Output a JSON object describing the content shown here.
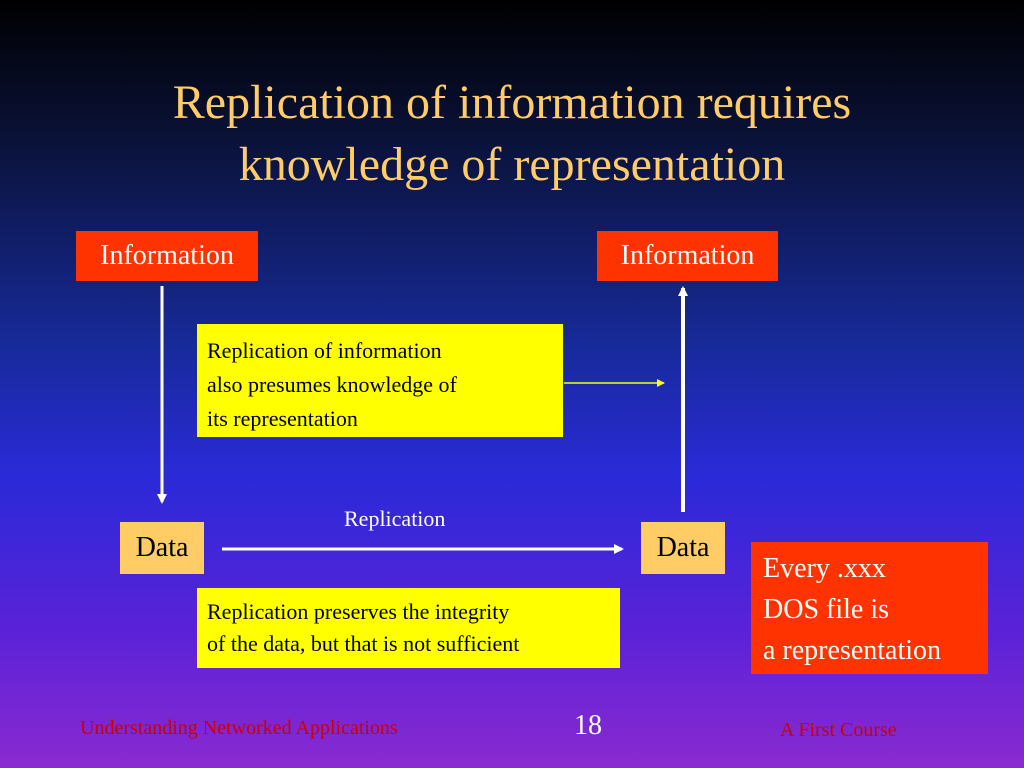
{
  "slide": {
    "title_line1": "Replication of information requires",
    "title_line2": "knowledge of representation"
  },
  "diagram": {
    "info_left": "Information",
    "info_right": "Information",
    "data_left": "Data",
    "data_right": "Data",
    "replication_label": "Replication",
    "note_top": {
      "line1": "Replication of information",
      "line2": "also presumes knowledge of",
      "line3": "its representation"
    },
    "note_bottom": {
      "line1": "Replication preserves the integrity",
      "line2": "of the data, but that is not sufficient"
    },
    "note_right": {
      "line1": "Every .xxx",
      "line2": "DOS file is",
      "line3": "a representation"
    }
  },
  "footer": {
    "left": "Understanding Networked Applications",
    "page_number": "18",
    "right": "A First Course"
  },
  "colors": {
    "title": "#ffcc66",
    "info_box": "#ff3300",
    "data_box": "#ffcc66",
    "note": "#ffff00",
    "footer_text": "#cc0000"
  }
}
